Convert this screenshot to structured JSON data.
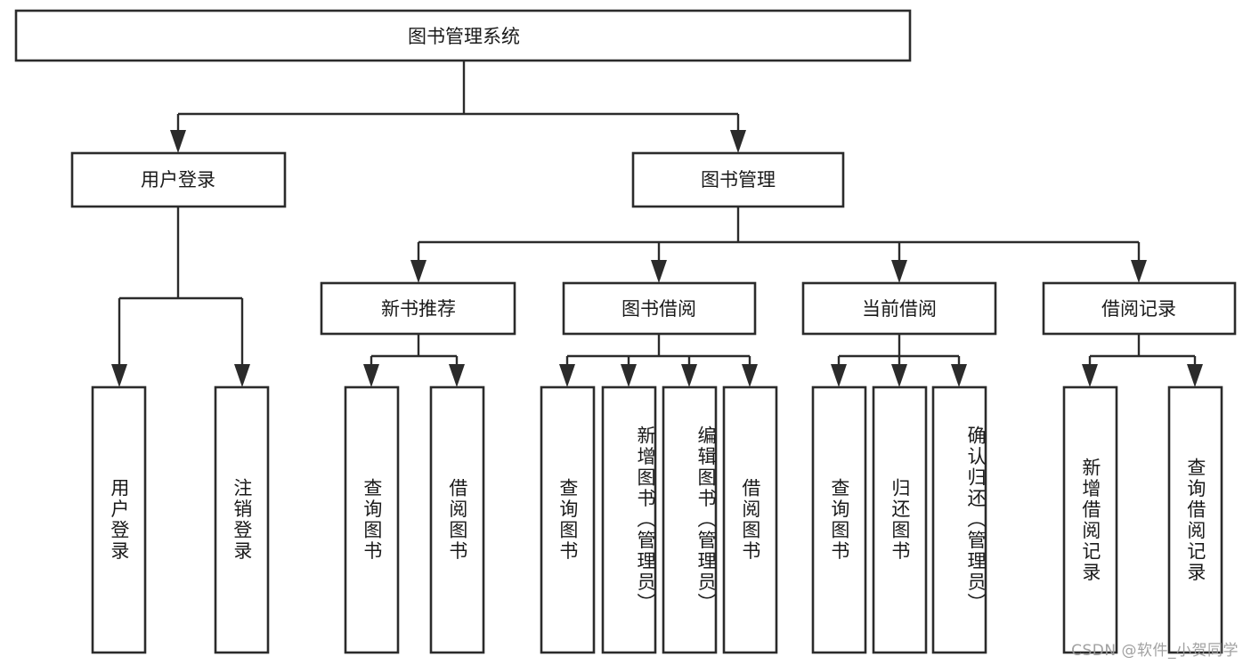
{
  "diagram": {
    "type": "tree",
    "title": "图书管理系统",
    "orientation": "top-down",
    "watermark": "CSDN @软件_小贺同学",
    "colors": {
      "box_fill": "#ffffff",
      "box_stroke": "#2b2b2b",
      "text": "#1a1a1a",
      "background": "#ffffff",
      "watermark": "#9a9a9a"
    },
    "root": {
      "label": "图书管理系统"
    },
    "level1": [
      {
        "label": "用户登录"
      },
      {
        "label": "图书管理"
      }
    ],
    "level2": [
      {
        "label": "新书推荐"
      },
      {
        "label": "图书借阅"
      },
      {
        "label": "当前借阅"
      },
      {
        "label": "借阅记录"
      }
    ],
    "leaves": {
      "user_login": [
        {
          "label": "用户登录"
        },
        {
          "label": "注销登录"
        }
      ],
      "new_book_recommend": [
        {
          "label": "查询图书"
        },
        {
          "label": "借阅图书"
        }
      ],
      "book_borrow": [
        {
          "label": "查询图书"
        },
        {
          "label": "新增图书（管理员）"
        },
        {
          "label": "编辑图书（管理员）"
        },
        {
          "label": "借阅图书"
        }
      ],
      "current_borrow": [
        {
          "label": "查询图书"
        },
        {
          "label": "归还图书"
        },
        {
          "label": "确认归还（管理员）"
        }
      ],
      "borrow_record": [
        {
          "label": "新增借阅记录"
        },
        {
          "label": "查询借阅记录"
        }
      ]
    }
  }
}
